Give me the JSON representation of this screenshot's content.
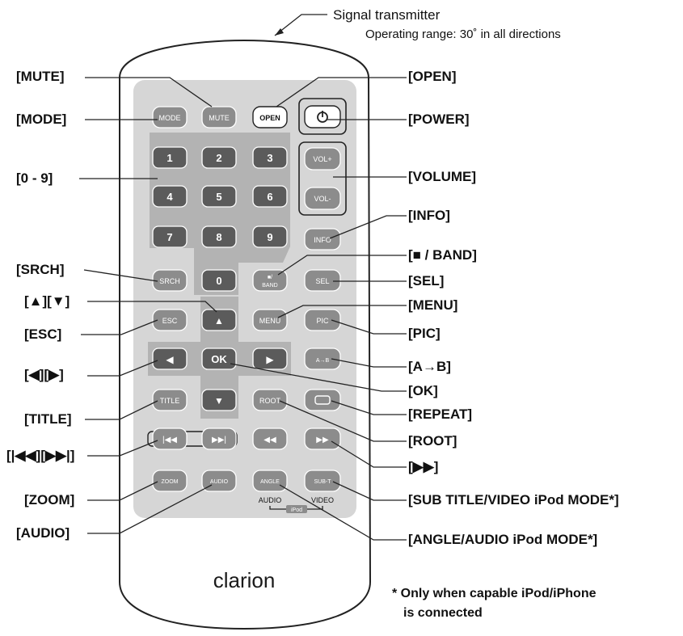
{
  "header": {
    "signal_title": "Signal transmitter",
    "signal_sub": "Operating range: 30˚ in all directions"
  },
  "labels": {
    "mute": "[MUTE]",
    "mode": "[MODE]",
    "digits": "[0 - 9]",
    "srch": "[SRCH]",
    "up_down": "[▲][▼]",
    "esc": "[ESC]",
    "left_right": "[◀][▶]",
    "title": "[TITLE]",
    "skip": "[|◀◀][▶▶|]",
    "zoom": "[ZOOM]",
    "audio": "[AUDIO]",
    "open": "[OPEN]",
    "power": "[POWER]",
    "volume": "[VOLUME]",
    "info": "[INFO]",
    "stop_band": "[■ / BAND]",
    "sel": "[SEL]",
    "menu": "[MENU]",
    "pic": "[PIC]",
    "ab": "[A→B]",
    "ok": "[OK]",
    "repeat": "[REPEAT]",
    "root": "[ROOT]",
    "ff": "[▶▶]",
    "subtitle": "[SUB TITLE/VIDEO iPod MODE*]",
    "angle": "[ANGLE/AUDIO iPod MODE*]"
  },
  "buttons": {
    "mode": "MODE",
    "mute": "MUTE",
    "open": "OPEN",
    "power_symbol": "⏻",
    "vol_up": "VOL+",
    "vol_down": "VOL-",
    "info": "INFO",
    "srch": "SRCH",
    "zero": "0",
    "stop_band_top": "■/",
    "stop_band_bottom": "BAND",
    "sel": "SEL",
    "esc": "ESC",
    "menu": "MENU",
    "pic": "PIC",
    "ab": "A→B",
    "ok": "OK",
    "title": "TITLE",
    "root": "ROOT",
    "zoom": "ZOOM",
    "audio": "AUDIO",
    "angle": "ANGLE",
    "subt": "SUB-T",
    "digits": [
      "1",
      "2",
      "3",
      "4",
      "5",
      "6",
      "7",
      "8",
      "9"
    ],
    "up": "▲",
    "down": "▼",
    "left": "◀",
    "right": "▶",
    "prev": "|◀◀",
    "next": "▶▶|",
    "rew": "◀◀",
    "fwd": "▶▶"
  },
  "sublabels": {
    "audio": "AUDIO",
    "video": "VIDEO",
    "ipod": "iPod"
  },
  "brand": "clarion",
  "footnote": {
    "line1": "* Only when capable iPod/iPhone",
    "line2": "is connected"
  },
  "colors": {
    "panel": "#d6d6d6",
    "button": "#8c8c8c",
    "button_dark": "#5b5b5b",
    "outline": "#222222"
  }
}
